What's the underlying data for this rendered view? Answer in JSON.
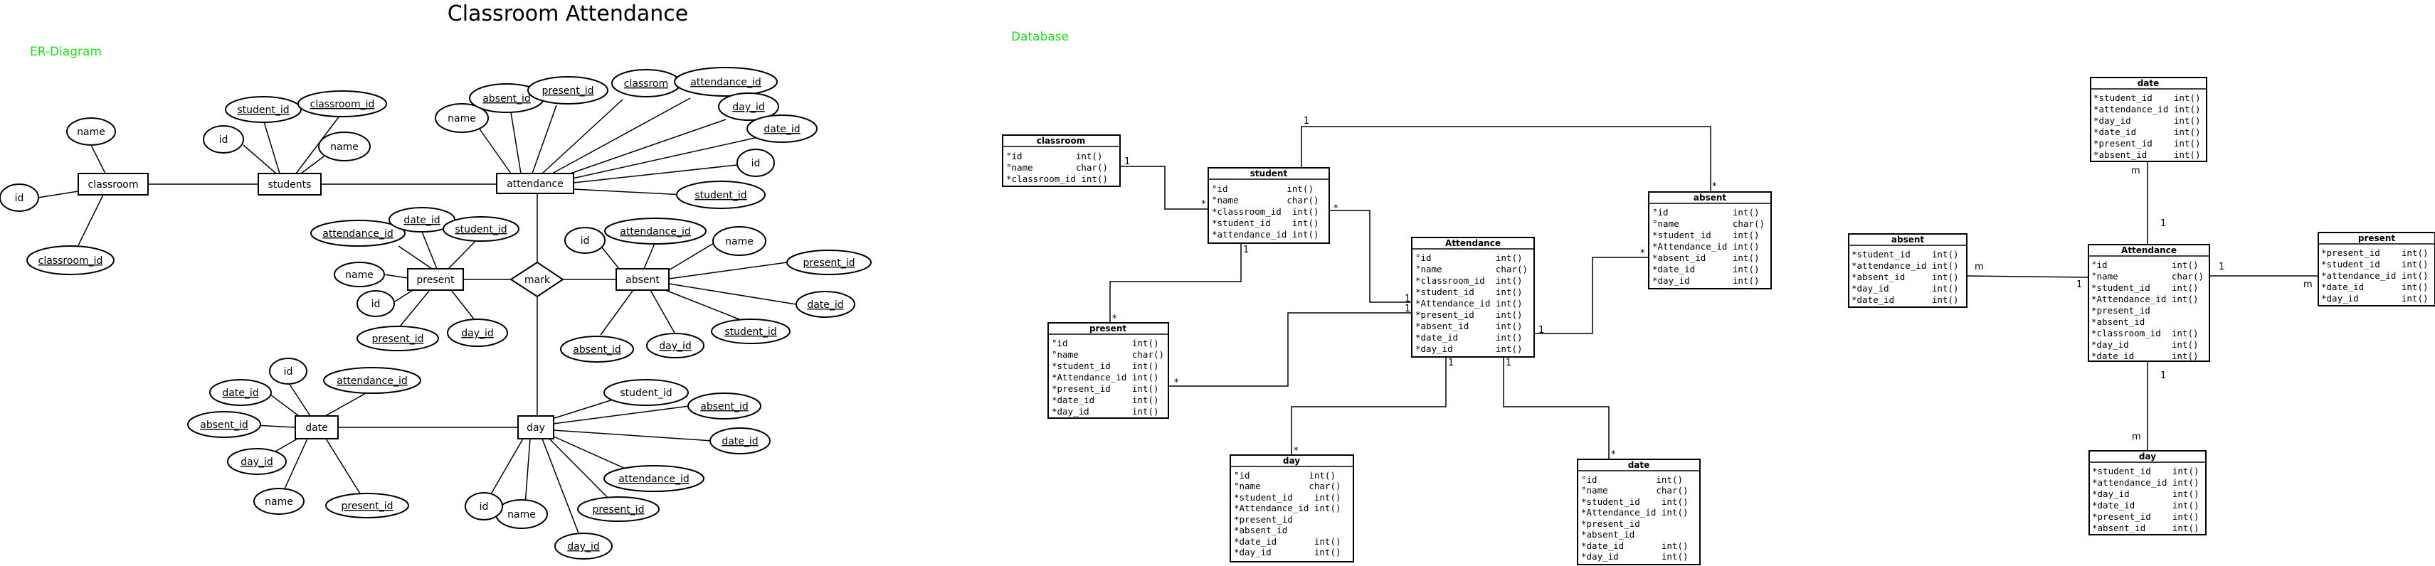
{
  "title": "Classroom Attendance",
  "er_label": "ER-Diagram",
  "db_label": "Database",
  "er": {
    "entities": {
      "classroom": "classroom",
      "students": "students",
      "attendance": "attendance",
      "present": "present",
      "absent": "absent",
      "date": "date",
      "day": "day"
    },
    "relationship": "mark",
    "attributes": {
      "classroom_name": "name",
      "classroom_id": "id",
      "classroom_key": "classroom_id",
      "students_id": "id",
      "students_student_id": "student_id",
      "students_classroom_id": "classroom_id",
      "students_name": "name",
      "attendance_name": "name",
      "attendance_absent_id": "absent_id",
      "attendance_present_id": "present_id",
      "attendance_classroom": "classrom",
      "attendance_attendance_id": "attendance_id",
      "attendance_day_id": "day_id",
      "attendance_date_id": "date_id",
      "attendance_id": "id",
      "attendance_student_id": "student_id",
      "present_attendance_id": "attendance_id",
      "present_date_id": "date_id",
      "present_student_id": "student_id",
      "present_name": "name",
      "present_id": "id",
      "present_present_id": "present_id",
      "present_day_id": "day_id",
      "absent_id": "id",
      "absent_attendance_id": "attendance_id",
      "absent_name": "name",
      "absent_present_id": "present_id",
      "absent_date_id": "date_id",
      "absent_student_id": "student_id",
      "absent_day_id": "day_id",
      "absent_absent_id": "absent_id",
      "date_id": "id",
      "date_date_id": "date_id",
      "date_attendance_id": "attendance_id",
      "date_absent_id": "absent_id",
      "date_day_id": "day_id",
      "date_name": "name",
      "date_present_id": "present_id",
      "day_student_id": "student_id",
      "day_absent_id": "absent_id",
      "day_date_id": "date_id",
      "day_attendance_id": "attendance_id",
      "day_present_id": "present_id",
      "day_day_id": "day_id",
      "day_name": "name",
      "day_id": "id"
    }
  },
  "db": {
    "classroom": {
      "title": "classroom",
      "rows": [
        "°id          int()",
        "°name        char()",
        "*classroom_id int()"
      ]
    },
    "student": {
      "title": "student",
      "rows": [
        "°id           int()",
        "°name         char()",
        "*classroom_id  int()",
        "*student_id    int()",
        "*attendance_id int()"
      ]
    },
    "attendance": {
      "title": "Attendance",
      "rows": [
        "°id            int()",
        "°name          char()",
        "*classroom_id  int()",
        "*student_id    int()",
        "*Attendance_id int()",
        "*present_id    int()",
        "*absent_id     int()",
        "*date_id       int()",
        "*day_id        int()"
      ]
    },
    "absent": {
      "title": "absent",
      "rows": [
        "°id            int()",
        "°name          char()",
        "*student_id    int()",
        "*Attendance_id int()",
        "*absent_id     int()",
        "*date_id       int()",
        "*day_id        int()"
      ]
    },
    "present": {
      "title": "present",
      "rows": [
        "°id            int()",
        "°name          char()",
        "*student_id    int()",
        "*Attendance_id int()",
        "*present_id    int()",
        "*date_id       int()",
        "*day_id        int()"
      ]
    },
    "day": {
      "title": "day",
      "rows": [
        "°id           int()",
        "°name         char()",
        "*student_id    int()",
        "*Attendance_id int()",
        "*present_id",
        "*absent_id",
        "*date_id       int()",
        "*day_id        int()"
      ]
    },
    "date": {
      "title": "date",
      "rows": [
        "°id           int()",
        "°name         char()",
        "*student_id    int()",
        "*Attendance_id int()",
        "*present_id",
        "*absent_id",
        "*date_id       int()",
        "*day_id        int()"
      ]
    }
  },
  "db_cards": {
    "c1": "1",
    "c2": "*",
    "c3": "1",
    "c4": "*",
    "c5": "1",
    "c6": "*",
    "c7": "*",
    "c8": "1",
    "c9": "*",
    "c10": "1",
    "c11": "*",
    "c12": "1",
    "c13": "1",
    "c14": "*",
    "c15": "1",
    "c16": "*"
  },
  "star": {
    "date": {
      "title": "date",
      "rows": [
        "*student_id    int()",
        "*attendance_id int()",
        "*day_id        int()",
        "*date_id       int()",
        "*present_id    int()",
        "*absent_id     int()"
      ]
    },
    "attendance": {
      "title": "Attendance",
      "rows": [
        "°id            int()",
        "°name          char()",
        "*student_id    int()",
        "*Attendance_id int()",
        "*present_id",
        "*absent_id",
        "*classroom_id  int()",
        "*day_id        int()",
        "*date_id       int()"
      ]
    },
    "absent": {
      "title": "absent",
      "rows": [
        "*student_id    int()",
        "*attendance_id int()",
        "*absent_id     int()",
        "*day_id        int()",
        "*date_id       int()"
      ]
    },
    "present": {
      "title": "present",
      "rows": [
        "*present_id    int()",
        "*student_id    int()",
        "*attendance_id int()",
        "*date_id       int()",
        "*day_id        int()"
      ]
    },
    "day": {
      "title": "day",
      "rows": [
        "*student_id    int()",
        "*attendance_id int()",
        "*day_id        int()",
        "*date_id       int()",
        "*present_id    int()",
        "*absent_id     int()"
      ]
    },
    "cards": {
      "top_m": "m",
      "top_1": "1",
      "left_m": "m",
      "left_1": "1",
      "right_1": "1",
      "right_m": "m",
      "bot_1": "1",
      "bot_m": "m"
    }
  }
}
